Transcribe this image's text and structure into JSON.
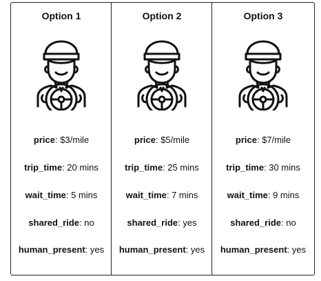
{
  "options": [
    {
      "title": "Option 1",
      "icon": "chauffeur-icon",
      "attributes": [
        {
          "key": "price",
          "sep": ": ",
          "value": "$3/mile"
        },
        {
          "key": "trip_time",
          "sep": ": ",
          "value": "20 mins"
        },
        {
          "key": "wait_time",
          "sep": ": ",
          "value": "5 mins"
        },
        {
          "key": "shared_ride",
          "sep": ": ",
          "value": "no"
        },
        {
          "key": "human_present",
          "sep": ": ",
          "value": "yes"
        }
      ]
    },
    {
      "title": "Option 2",
      "icon": "chauffeur-icon",
      "attributes": [
        {
          "key": "price",
          "sep": ": ",
          "value": "$5/mile"
        },
        {
          "key": "trip_time",
          "sep": ": ",
          "value": "25 mins"
        },
        {
          "key": "wait_time",
          "sep": ": ",
          "value": "7 mins"
        },
        {
          "key": "shared_ride",
          "sep": ": ",
          "value": "yes"
        },
        {
          "key": "human_present",
          "sep": ": ",
          "value": "yes"
        }
      ]
    },
    {
      "title": "Option 3",
      "icon": "chauffeur-icon",
      "attributes": [
        {
          "key": "price",
          "sep": ": ",
          "value": "$7/mile"
        },
        {
          "key": "trip_time",
          "sep": ": ",
          "value": "30 mins"
        },
        {
          "key": "wait_time",
          "sep": ": ",
          "value": "9 mins"
        },
        {
          "key": "shared_ride",
          "sep": ": ",
          "value": "no"
        },
        {
          "key": "human_present",
          "sep": ": ",
          "value": "yes"
        }
      ]
    }
  ]
}
